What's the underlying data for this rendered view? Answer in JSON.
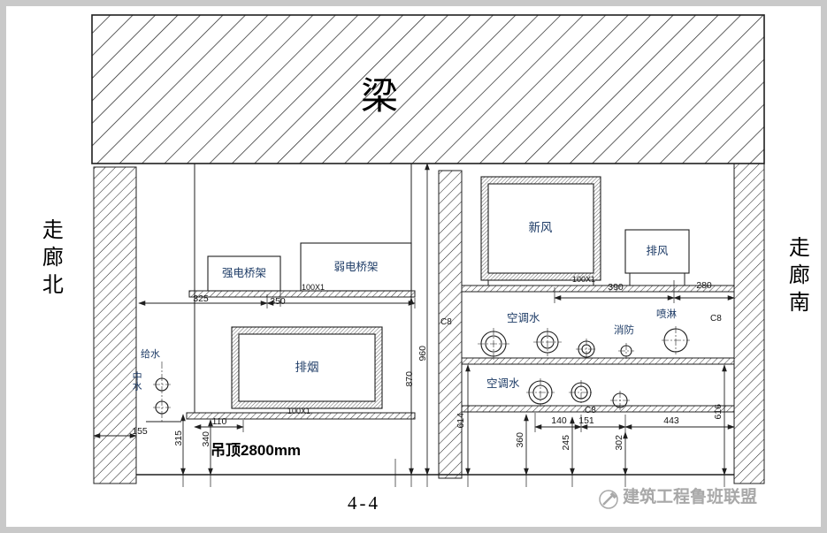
{
  "page": {
    "section_label": "4-4",
    "watermark": "建筑工程鲁班联盟"
  },
  "structure": {
    "beam": "梁",
    "corridor_north": "走廊北",
    "corridor_south": "走廊南",
    "ceiling": "吊顶2800mm"
  },
  "equipment": {
    "strong_tray": "强电桥架",
    "weak_tray": "弱电桥架",
    "smoke_exhaust": "排烟",
    "fresh_air": "新风",
    "exhaust_air": "排风",
    "ac_water_upper": "空调水",
    "ac_water_lower": "空调水",
    "fire": "消防",
    "sprinkler": "喷淋",
    "water_supply": "给水",
    "reclaimed_water": "中水"
  },
  "dims": {
    "tray_left_span": "325",
    "tray_right_span": "350",
    "tray_size": "100X1",
    "smoke_offset": "110",
    "smoke_size": "100X1",
    "wall_thickness": "155",
    "h315": "315",
    "h340": "340",
    "h870": "870",
    "h960": "960",
    "fresh_size": "100X1",
    "span390": "390",
    "span280": "280",
    "c8_left": "C8",
    "c8_right": "C8",
    "c8_bottom": "C8",
    "span140": "140",
    "span151": "151",
    "span443": "443",
    "h614": "614",
    "h616": "616",
    "h360": "360",
    "h245": "245",
    "h302": "302"
  },
  "colors": {
    "line": "#1f1f1f",
    "equipment_label": "#1d3b66",
    "watermark_gray": "#a8a8a8",
    "frame_gray": "#c9c9c9"
  }
}
